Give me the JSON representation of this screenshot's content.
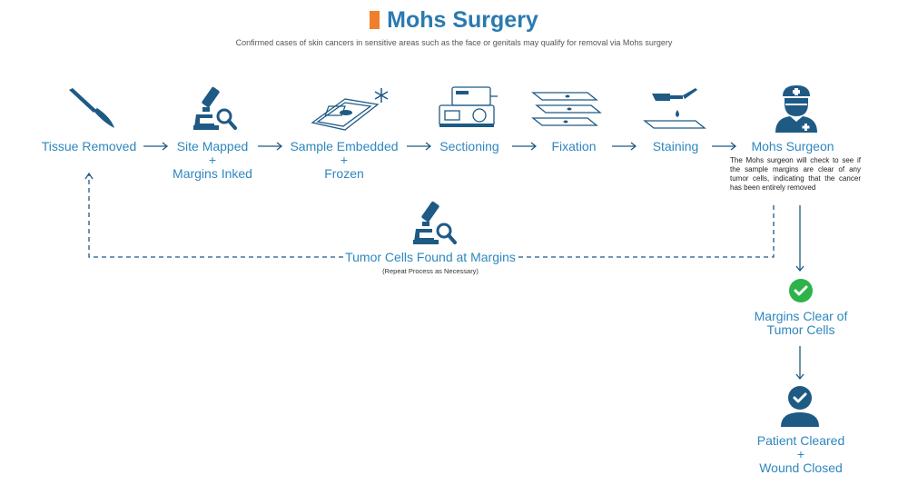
{
  "title": "Mohs Surgery",
  "subtitle": "Confirmed cases of skin cancers in sensitive areas such as the face or genitals may qualify for removal via Mohs surgery",
  "steps": [
    {
      "line1": "Tissue Removed",
      "icon": "scalpel-icon"
    },
    {
      "line1": "Site Mapped",
      "plus": "+",
      "line2": "Margins Inked",
      "icon": "microscope-magnifier-icon"
    },
    {
      "line1": "Sample Embedded",
      "plus": "+",
      "line2": "Frozen",
      "icon": "embedding-tray-snowflake-icon"
    },
    {
      "line1": "Sectioning",
      "icon": "microtome-icon"
    },
    {
      "line1": "Fixation",
      "icon": "slides-icon"
    },
    {
      "line1": "Staining",
      "icon": "pipette-slide-icon"
    },
    {
      "line1": "Mohs Surgeon",
      "icon": "surgeon-icon"
    }
  ],
  "surgeon_note": "The Mohs surgeon will check to see if the sample margins are clear of any tumor cells, indicating that the cancer has been entirely removed",
  "loop": {
    "label": "Tumor Cells Found at Margins",
    "sublabel": "(Repeat Process as Necessary)",
    "icon": "microscope-magnifier-icon"
  },
  "clear": {
    "line1": "Margins Clear of",
    "line2": "Tumor Cells",
    "icon": "check-circle-icon"
  },
  "final": {
    "line1": "Patient Cleared",
    "plus": "+",
    "line2": "Wound Closed",
    "icon": "patient-check-icon"
  },
  "colors": {
    "primary": "#1e5a84",
    "text": "#2e87bf",
    "accent": "#f07f2c",
    "green": "#2eb24a"
  }
}
